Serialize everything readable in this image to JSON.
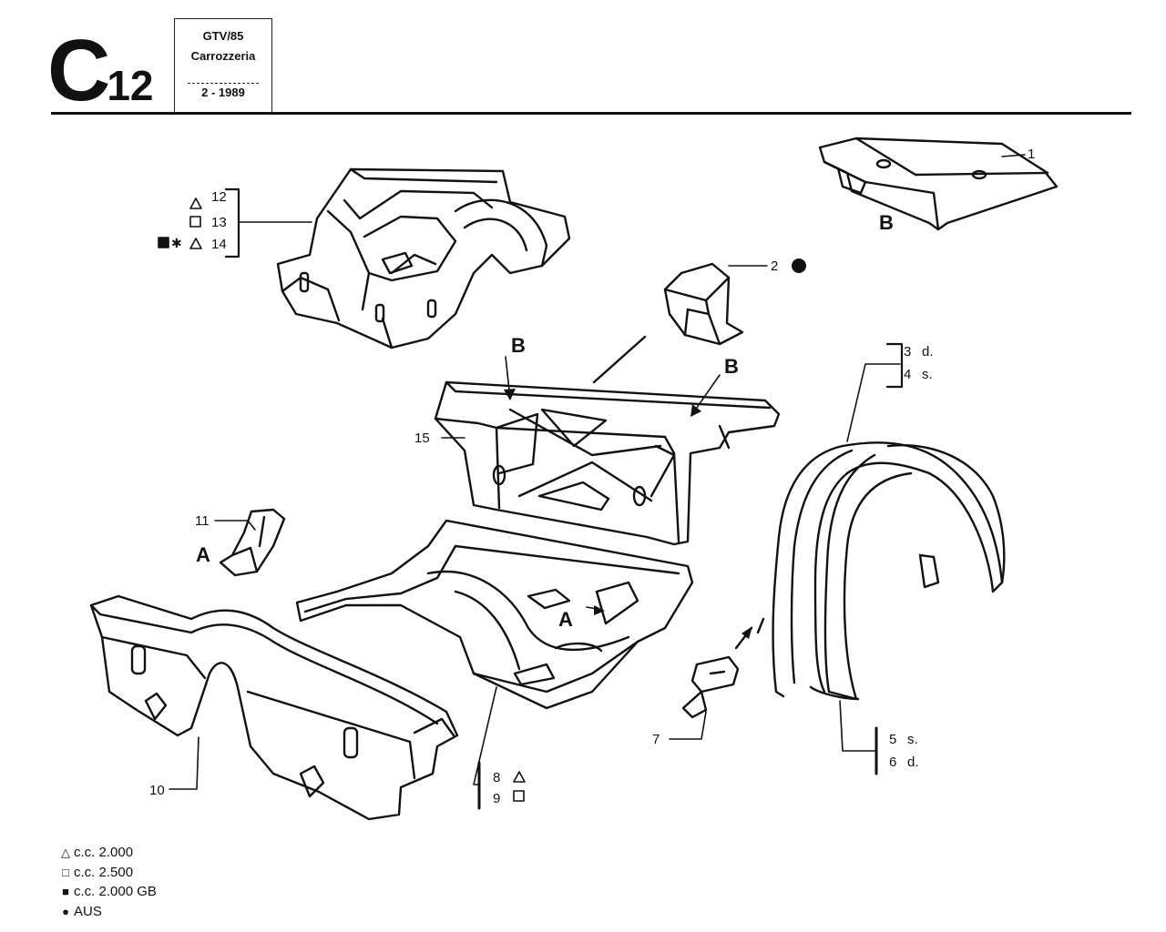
{
  "header": {
    "code_letter": "C",
    "code_number": "12",
    "model": "GTV/85",
    "section": "Carrozzeria",
    "date": "2 - 1989"
  },
  "view_labels": {
    "b_top": "B",
    "b_left": "B",
    "b_right": "B",
    "a_left": "A",
    "a_floor": "A"
  },
  "callouts": {
    "c1": "1",
    "c2": "2",
    "c3": "3",
    "c3_side": "d.",
    "c4": "4",
    "c4_side": "s.",
    "c5": "5",
    "c5_side": "s.",
    "c6": "6",
    "c6_side": "d.",
    "c7": "7",
    "c8": "8",
    "c9": "9",
    "c10": "10",
    "c11": "11",
    "c12": "12",
    "c13": "13",
    "c14": "14",
    "c15": "15"
  },
  "legend": [
    {
      "symbol": "triangle",
      "text": "c.c. 2.000"
    },
    {
      "symbol": "square-outline",
      "text": "c.c. 2.500"
    },
    {
      "symbol": "square-filled",
      "text": "c.c. 2.000 GB"
    },
    {
      "symbol": "circle-filled",
      "text": "AUS"
    }
  ],
  "colors": {
    "ink": "#111111",
    "paper": "#ffffff"
  }
}
